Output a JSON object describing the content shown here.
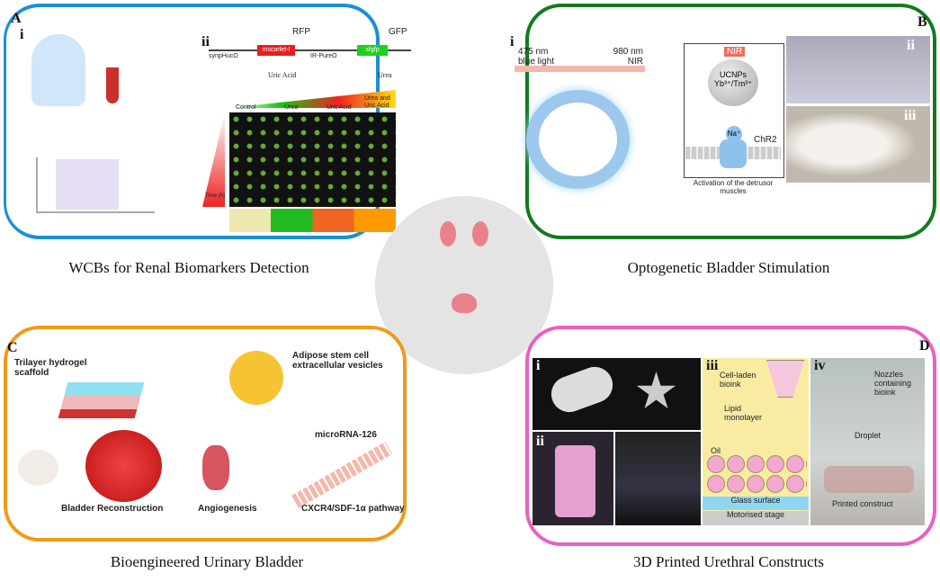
{
  "colors": {
    "panel_a": "#1b8fd6",
    "panel_b": "#137a1f",
    "panel_c": "#f29a16",
    "panel_d": "#ea5fc0"
  },
  "center": {
    "icon": "urinary-system-icon"
  },
  "panel_a": {
    "letter": "A",
    "sub_i": "i",
    "sub_ii": "ii",
    "caption": "WCBs for Renal Biomarkers Detection",
    "circuit": {
      "promoter1": "synpHucO",
      "gene1": "mscarlet-I",
      "reporter1": "RFP",
      "promoter2": "IR-PureO",
      "gene2": "sfgfp",
      "reporter2": "GFP",
      "inducer1": "Uric Acid",
      "inducer2": "Urea"
    },
    "plate": {
      "columns": [
        "Control",
        "Urea",
        "Uric Acid",
        "Urea and Uric Acid"
      ],
      "time_label": "Time (h)"
    }
  },
  "panel_b": {
    "letter": "B",
    "sub_i": "i",
    "sub_ii": "ii",
    "sub_iii": "iii",
    "caption": "Optogenetic Bladder Stimulation",
    "blue_light": "475 nm blue light",
    "nir_light": "980 nm NIR",
    "nir": "NIR",
    "ucnps": "UCNPs",
    "dopants": "Yb³⁺/Tm³⁺",
    "ion": "Na⁺",
    "channel": "ChR2",
    "activation": "Activation of the detrusor muscles"
  },
  "panel_c": {
    "letter": "C",
    "caption": "Bioengineered Urinary Bladder",
    "scaffold": "Trilayer hydrogel scaffold",
    "vesicles": "Adipose stem cell extracellular vesicles",
    "mirna": "microRNA-126",
    "reconstruction": "Bladder Reconstruction",
    "angiogenesis": "Angiogenesis",
    "pathway": "CXCR4/SDF-1α pathway"
  },
  "panel_d": {
    "letter": "D",
    "sub_i": "i",
    "sub_ii": "ii",
    "sub_iii": "iii",
    "sub_iv": "iv",
    "caption": "3D Printed Urethral Constructs",
    "bioink": "Cell-laden bioink",
    "lipid": "Lipid monolayer",
    "oil": "Oil",
    "glass": "Glass surface",
    "stage": "Motorised stage",
    "nozzles": "Nozzles containing bioink",
    "droplet": "Droplet",
    "construct": "Printed construct"
  }
}
